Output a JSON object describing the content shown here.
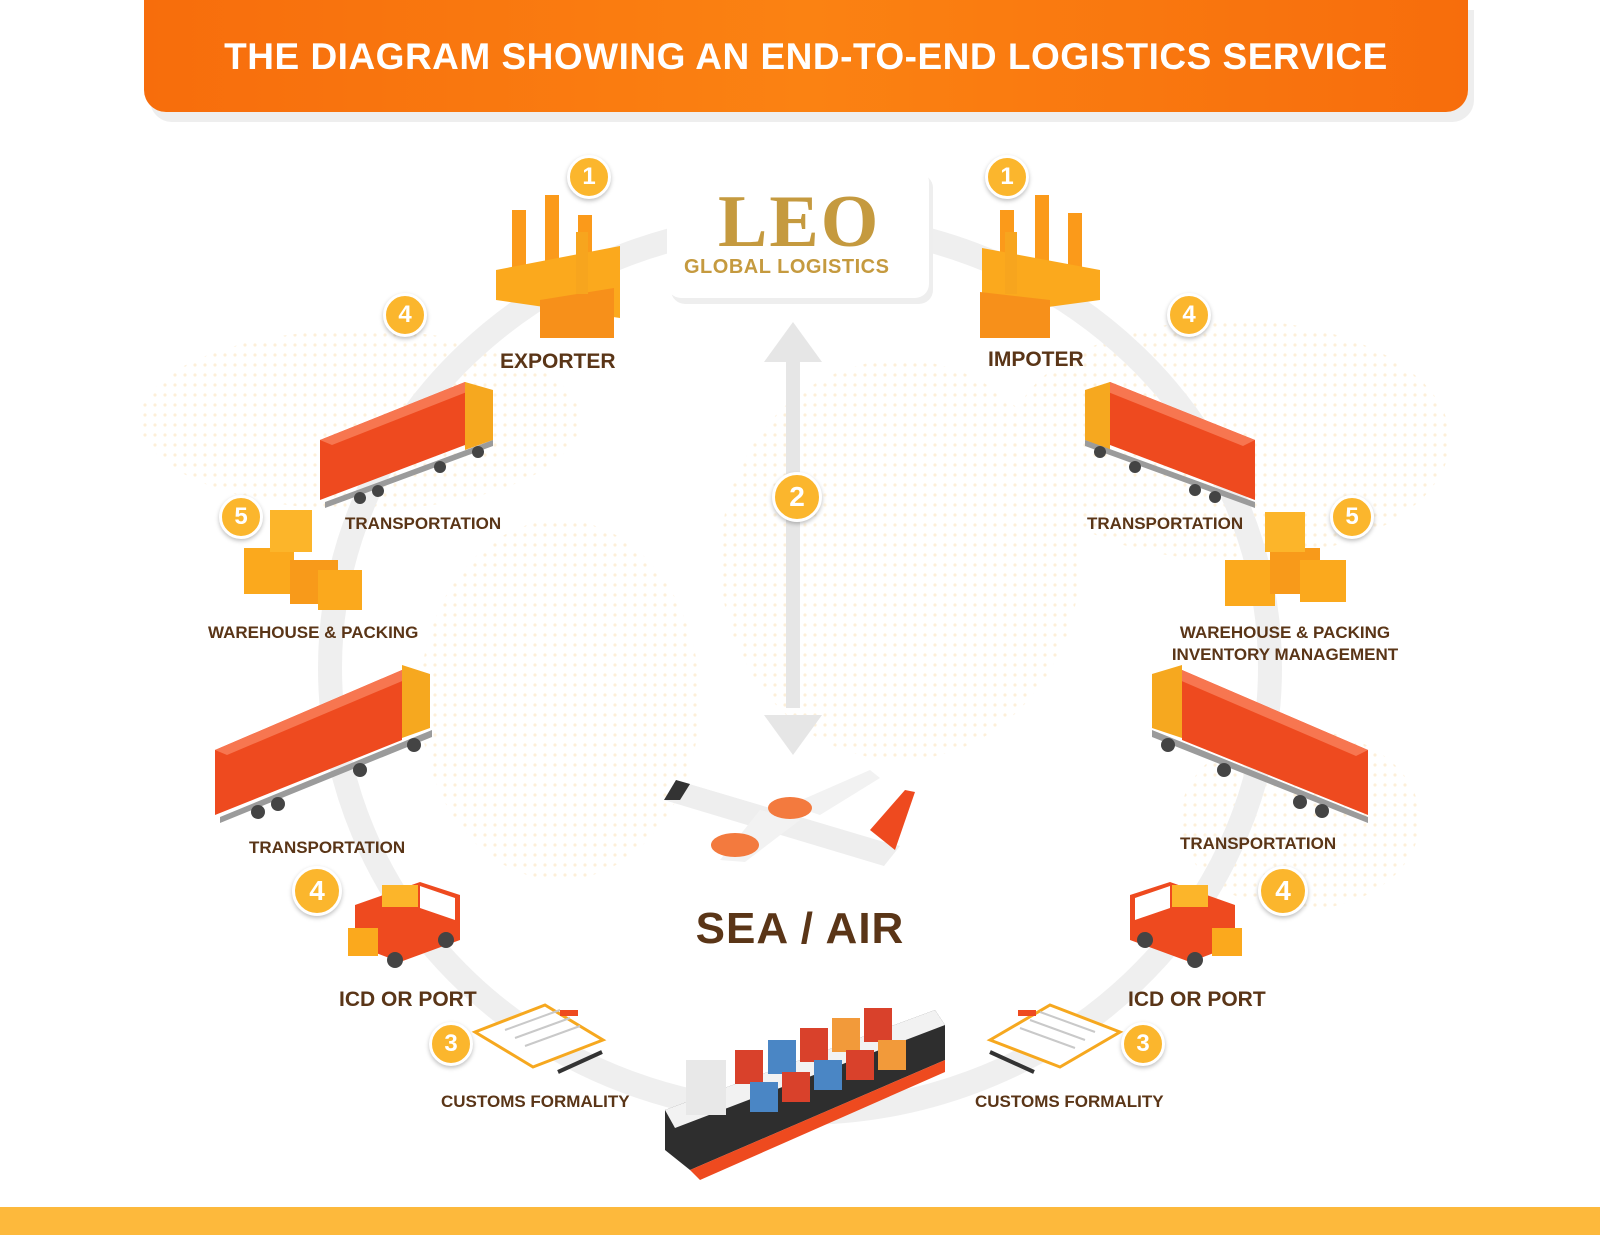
{
  "header": {
    "title": "THE DIAGRAM SHOWING AN END-TO-END LOGISTICS SERVICE"
  },
  "logo": {
    "word": "LEO",
    "subtitle": "GLOBAL LOGISTICS"
  },
  "center": {
    "label": "SEA / AIR",
    "step": "2"
  },
  "left": {
    "exporter": {
      "label": "EXPORTER",
      "step": "1"
    },
    "transport_top": {
      "label": "TRANSPORTATION",
      "step": "4"
    },
    "warehouse": {
      "label": "WAREHOUSE & PACKING",
      "step": "5"
    },
    "transport_mid": {
      "label": "TRANSPORTATION"
    },
    "icd": {
      "label": "ICD OR PORT",
      "step": "4"
    },
    "customs": {
      "label": "CUSTOMS FORMALITY",
      "step": "3"
    }
  },
  "right": {
    "importer": {
      "label": "IMPOTER",
      "step": "1"
    },
    "transport_top": {
      "label": "TRANSPORTATION",
      "step": "4"
    },
    "warehouse": {
      "label_line1": "WAREHOUSE & PACKING",
      "label_line2": "INVENTORY MANAGEMENT",
      "step": "5"
    },
    "transport_mid": {
      "label": "TRANSPORTATION"
    },
    "icd": {
      "label": "ICD OR PORT",
      "step": "4"
    },
    "customs": {
      "label": "CUSTOMS FORMALITY",
      "step": "3"
    }
  },
  "colors": {
    "brand_orange": "#f76d0c",
    "badge_yellow": "#fbb62d",
    "gold": "#c59a3f",
    "text_brown": "#5a3517",
    "container_red": "#ee4a1f"
  }
}
